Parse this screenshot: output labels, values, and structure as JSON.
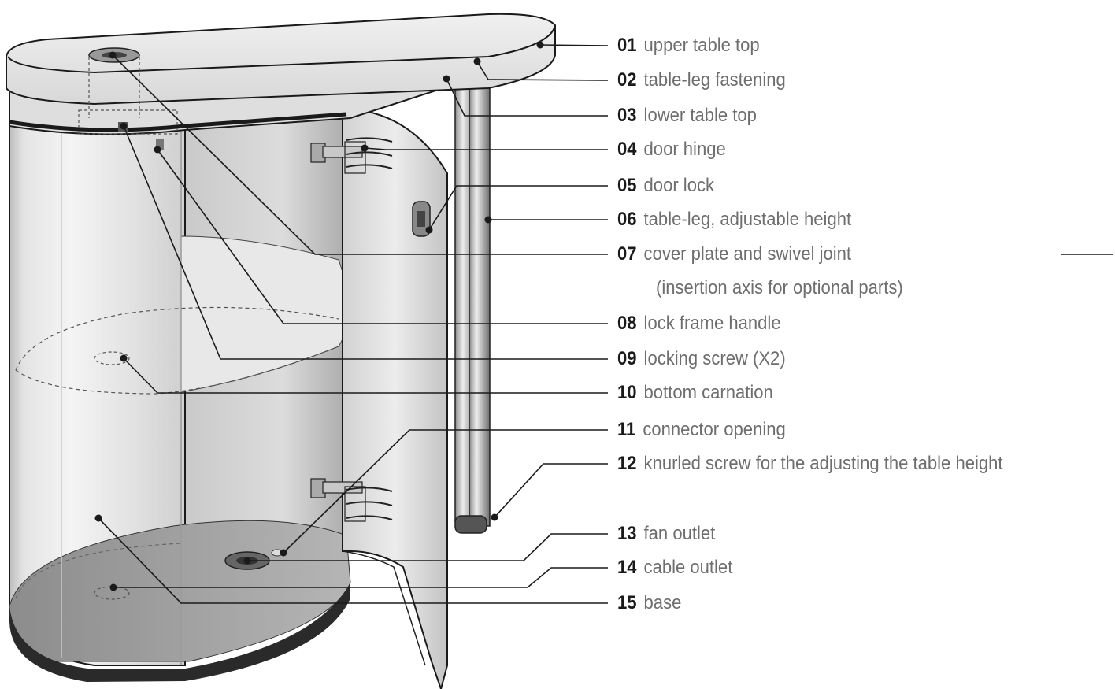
{
  "labels": [
    {
      "num": "01",
      "text": "upper table top"
    },
    {
      "num": "02",
      "text": "table-leg fastening"
    },
    {
      "num": "03",
      "text": "lower table top"
    },
    {
      "num": "04",
      "text": "door hinge"
    },
    {
      "num": "05",
      "text": "door lock"
    },
    {
      "num": "06",
      "text": "table-leg, adjustable height"
    },
    {
      "num": "07",
      "text": "cover plate and swivel joint",
      "text2": "(insertion axis for optional parts)"
    },
    {
      "num": "08",
      "text": "lock frame handle"
    },
    {
      "num": "09",
      "text": "locking screw (X2)"
    },
    {
      "num": "10",
      "text": "bottom carnation"
    },
    {
      "num": "11",
      "text": "connector opening"
    },
    {
      "num": "12",
      "text": "knurled screw for the adjusting the table height"
    },
    {
      "num": "13",
      "text": "fan outlet"
    },
    {
      "num": "14",
      "text": "cable outlet"
    },
    {
      "num": "15",
      "text": "base"
    }
  ],
  "colors": {
    "line": "#1a1a1a",
    "label_text": "#6e6e6e",
    "label_number": "#1a1a1a"
  }
}
